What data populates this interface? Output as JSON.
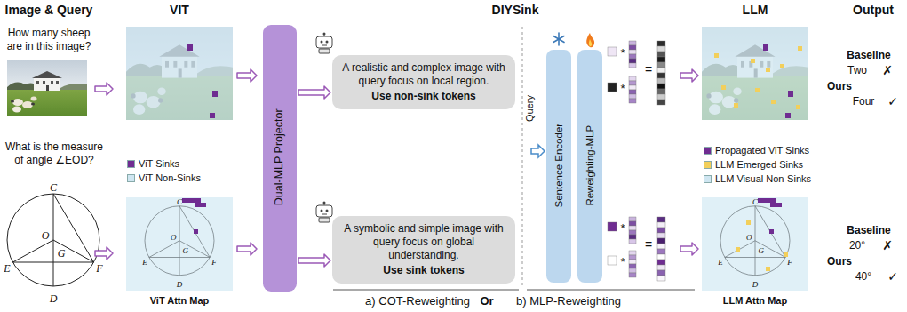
{
  "diagram": {
    "nodes": [
      {
        "text": [
          "Dual-MLP Projector"
        ]
      },
      {
        "text": [
          "A realistic and complex image with query focus on local region.",
          "Use non-sink tokens"
        ]
      },
      {
        "text": [
          "A symbolic and simple image with query focus on global understanding.",
          "Use sink tokens"
        ]
      },
      {
        "text": [
          "Sentence Encoder"
        ]
      },
      {
        "text": [
          "Reweighting-MLP"
        ]
      }
    ],
    "edges": [
      {
        "from": 0,
        "to": 1,
        "arrow": "to"
      },
      {
        "from": 0,
        "to": 2,
        "arrow": "to"
      }
    ],
    "labels": [
      "Image & Query",
      "VIT",
      "DIYSink",
      "LLM",
      "Output",
      "How many sheep are in this image?",
      "What is the measure of angle ∠EOD?",
      "C",
      "O",
      "G",
      "E",
      "F",
      "D",
      "ViT Attn Map",
      "C",
      "O",
      "G",
      "E",
      "F",
      "D",
      "Query",
      "*",
      "*",
      "=",
      "*",
      "*",
      "=",
      "a) COT-Reweighting",
      "Or",
      "b) MLP-Reweighting",
      "LLM Attn Map",
      "C",
      "O",
      "G",
      "E",
      "F",
      "D",
      "Baseline",
      "Two",
      "✗",
      "Ours",
      "Four",
      "✓",
      "Baseline",
      "20°",
      "✗",
      "Ours",
      "40°",
      "✓"
    ],
    "legend": [
      {
        "text": "ViT Sinks",
        "color": "#6f2c91"
      },
      {
        "text": "ViT Non-Sinks",
        "color": "#cfe6f1"
      },
      {
        "text": "Propagated ViT Sinks",
        "color": "#6f2c91"
      },
      {
        "text": "LLM Emerged Sinks",
        "color": "#f2cf5b"
      },
      {
        "text": "LLM Visual Non-Sinks",
        "color": "#cfe6f1"
      }
    ]
  }
}
